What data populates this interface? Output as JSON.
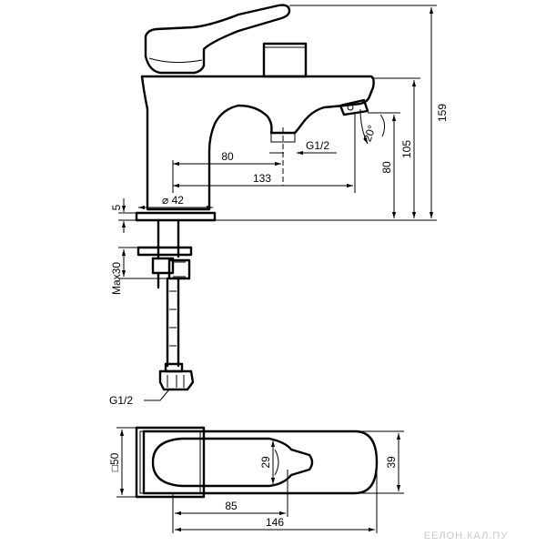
{
  "top_view": {
    "dim_159": "159",
    "dim_105": "105",
    "dim_80_vertical": "80",
    "dim_80_horizontal": "80",
    "dim_133": "133",
    "thread_outlet": "G1/2",
    "angle": "20°",
    "base_diameter": "⌀ 42",
    "plate_thickness": "5",
    "max_thickness": "Max30",
    "thread_hose": "G1/2"
  },
  "plan_view": {
    "square_size": "□50",
    "dim_29": "29",
    "dim_39": "39",
    "dim_85": "85",
    "dim_146": "146"
  },
  "watermark": "ЕЕЛОН.КАЛ.ПУ"
}
